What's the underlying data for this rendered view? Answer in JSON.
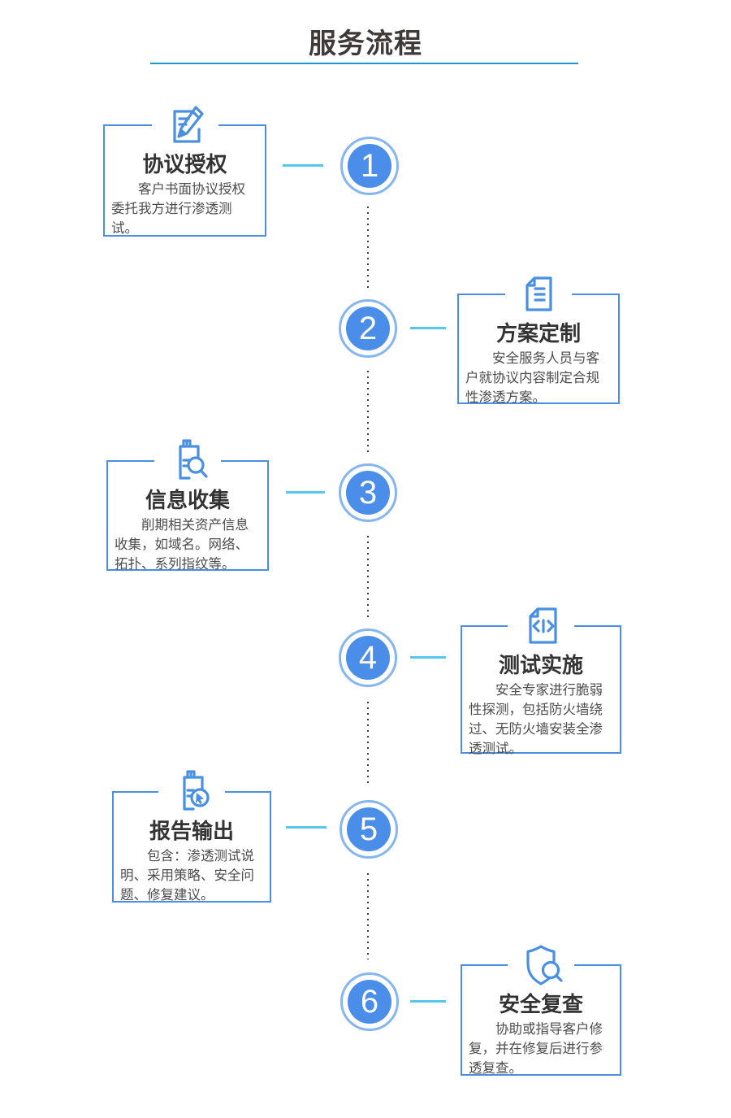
{
  "page": {
    "title": "服务流程"
  },
  "colors": {
    "card_border_blue": "#4a90e2",
    "circle_fill_blue": "#4a8ee9",
    "circle_ring_blue": "#85b6f2",
    "connector_cyan": "#54c6ef",
    "title_underline_blue": "#1899d6",
    "dotted_line_gray": "#3c3c3c"
  },
  "steps": [
    {
      "number": "1",
      "title": "协议授权",
      "description": "客户书面协议授权委托我方进行渗透测试。",
      "side": "left",
      "icon": "pencil-edit-icon"
    },
    {
      "number": "2",
      "title": "方案定制",
      "description": "安全服务人员与客户就协议内容制定合规性渗透方案。",
      "side": "right",
      "icon": "document-lines-icon"
    },
    {
      "number": "3",
      "title": "信息收集",
      "description": "削期相关资产信息收集，如域名。网络、拓扑、系列指纹等。",
      "side": "left",
      "icon": "document-search-icon"
    },
    {
      "number": "4",
      "title": "测试实施",
      "description": "安全专家进行脆弱性探测，包括防火墙绕过、无防火墙安装全渗透测试。",
      "side": "right",
      "icon": "code-document-icon"
    },
    {
      "number": "5",
      "title": "报告输出",
      "description": "包含：渗透测试说明、采用策略、安全问题、修复建议。",
      "side": "left",
      "icon": "report-cursor-icon"
    },
    {
      "number": "6",
      "title": "安全复查",
      "description": "协助或指导客户修复，并在修复后进行参透复查。",
      "side": "right",
      "icon": "shield-search-icon"
    }
  ]
}
